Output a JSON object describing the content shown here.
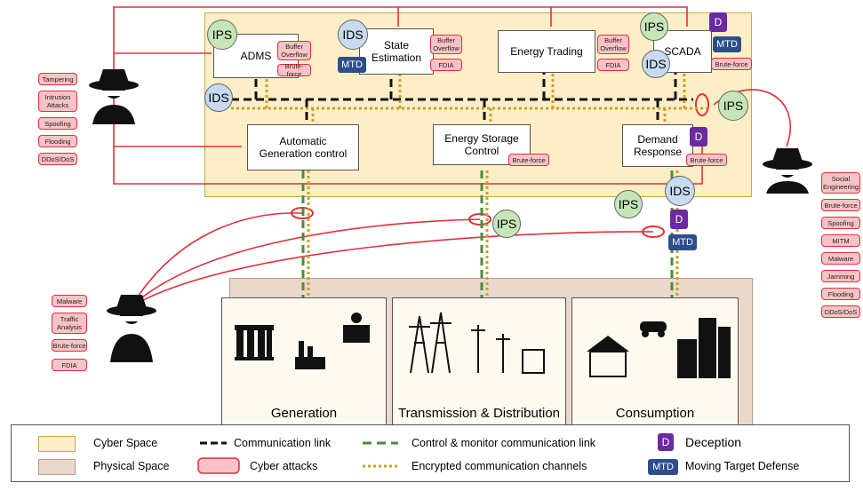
{
  "components": {
    "adms": "ADMS",
    "state_estimation": "State\nEstimation",
    "energy_trading": "Energy Trading",
    "scada": "SCADA",
    "agc": "Automatic\nGeneration control",
    "storage": "Energy Storage\nControl",
    "demand": "Demand\nResponse"
  },
  "defenses": {
    "ips": "IPS",
    "ids": "IDS",
    "deception": "D",
    "mtd": "MTD"
  },
  "attacks": {
    "buffer_overflow": "Buffer\nOverflow",
    "brute_force": "Brute-force",
    "fdia": "FDIA",
    "left_list": [
      "Tampering",
      "Intrusion\nAttacks",
      "Spoofing",
      "Flooding",
      "DDoS/DoS"
    ],
    "right_list": [
      "Social\nEngineering",
      "Brute-force",
      "Spoofing",
      "MITM",
      "Malware",
      "Jamming",
      "Flooding",
      "DDoS/DoS"
    ],
    "bottom_list": [
      "Malware",
      "Traffic\nAnalysis",
      "Brute-force",
      "FDIA"
    ]
  },
  "physical": {
    "generation": "Generation",
    "transmission": "Transmission & Distribution",
    "consumption": "Consumption"
  },
  "legend": {
    "cyber_space": "Cyber Space",
    "physical_space": "Physical Space",
    "communication_link": "Communication link",
    "cyber_attacks": "Cyber attacks",
    "control_link": "Control & monitor communication link",
    "encrypted": "Encrypted communication channels",
    "deception_badge": "D",
    "deception": "Deception",
    "mtd_badge": "MTD",
    "mtd": "Moving Target Defense"
  },
  "colors": {
    "cyber_space": "#fdeec7",
    "physical_space": "#ead8cc",
    "attack": "#e0303a",
    "ips": "#c6e6b8",
    "ids": "#c7daf0",
    "deception": "#6a2aa0",
    "mtd": "#2d4e8c",
    "control_link": "#4e8a3a",
    "encrypted": "#c9a227"
  }
}
